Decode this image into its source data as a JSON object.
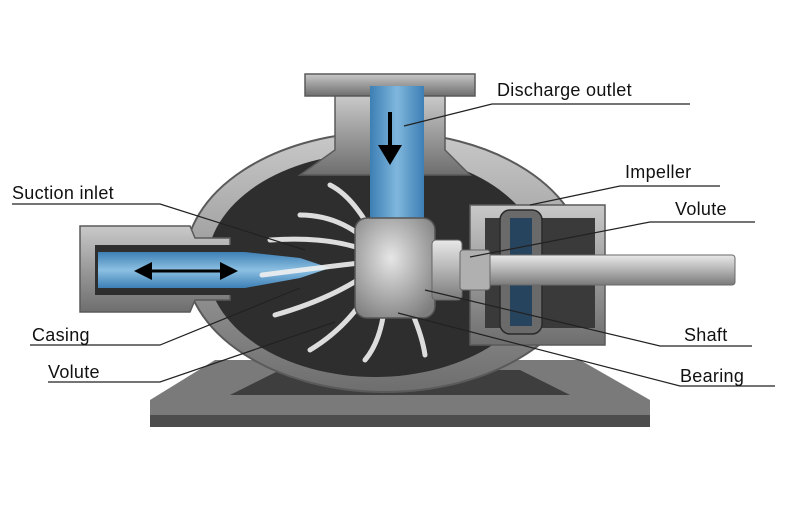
{
  "labels": {
    "discharge_outlet": "Discharge outlet",
    "impeller": "Impeller",
    "volute_right": "Volute",
    "suction_inlet": "Suction inlet",
    "casing": "Casing",
    "volute_left": "Volute",
    "shaft": "Shaft",
    "bearing": "Bearing"
  },
  "colors": {
    "casing_metal": "#9a9a9a",
    "casing_dark": "#5a5a5a",
    "fluid_blue": "#4f8fc0",
    "interior": "#2e2e2e"
  },
  "icons": [
    "flow-arrow-down-icon",
    "flow-arrow-bidirectional-icon"
  ]
}
